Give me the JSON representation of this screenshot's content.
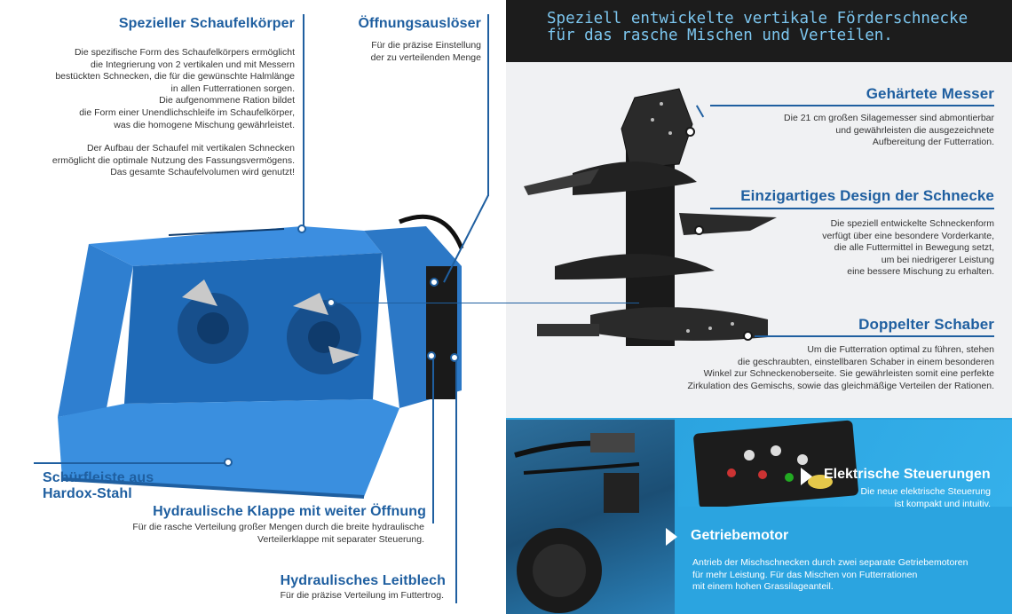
{
  "header": {
    "title_line1": "Speziell entwickelte vertikale Förderschnecke",
    "title_line2": "für das rasche Mischen und Verteilen."
  },
  "left": {
    "schaufel": {
      "title": "Spezieller Schaufelkörper",
      "lines": [
        "Die spezifische Form des Schaufelkörpers ermöglicht",
        "die Integrierung von 2 vertikalen und mit Messern",
        "bestückten Schnecken, die für die gewünschte Halmlänge",
        "in allen Futterrationen sorgen.",
        "Die aufgenommene Ration bildet",
        "die Form einer Unendlichschleife im Schaufelkörper,",
        "was die homogene Mischung gewährleistet.",
        "Der Aufbau der Schaufel mit vertikalen Schnecken",
        "ermöglicht die optimale Nutzung des Fassungsvermögens.",
        "Das gesamte Schaufelvolumen wird genutzt!"
      ]
    },
    "oeffnung": {
      "title": "Öffnungsauslöser",
      "lines": [
        "Für die präzise Einstellung",
        "der zu verteilenden Menge"
      ]
    },
    "schuerf": {
      "title_line1": "Schürfleiste aus",
      "title_line2": "Hardox-Stahl"
    },
    "klappe": {
      "title": "Hydraulische Klappe mit weiter Öffnung",
      "lines": [
        "Für die rasche Verteilung großer Mengen durch die breite hydraulische",
        "Verteilerklappe mit separater Steuerung."
      ]
    },
    "leitblech": {
      "title": "Hydraulisches Leitblech",
      "line": "Für die präzise Verteilung im Futtertrog."
    }
  },
  "right": {
    "messer": {
      "title": "Gehärtete Messer",
      "lines": [
        "Die 21 cm großen Silagemesser sind abmontierbar",
        "und gewährleisten die ausgezeichnete",
        "Aufbereitung der Futterration."
      ]
    },
    "design": {
      "title": "Einzigartiges Design der Schnecke",
      "lines": [
        "Die speziell entwickelte Schneckenform",
        "verfügt über eine besondere Vorderkante,",
        "die alle Futtermittel in Bewegung setzt,",
        "um bei niedrigerer Leistung",
        "eine bessere Mischung zu erhalten."
      ]
    },
    "schaber": {
      "title": "Doppelter Schaber",
      "lines": [
        "Um die Futterration optimal zu führen, stehen",
        "die geschraubten, einstellbaren Schaber in einem besonderen",
        "Winkel zur Schneckenoberseite. Sie gewährleisten somit eine perfekte",
        "Zirkulation des Gemischs, sowie das gleichmäßige Verteilen der Rationen."
      ]
    },
    "steuerung": {
      "title": "Elektrische Steuerungen",
      "lines": [
        "Die neue elektrische Steuerung",
        "ist kompakt und intuitiv."
      ]
    },
    "motor": {
      "title": "Getriebemotor",
      "lines": [
        "Antrieb der Mischschnecken durch zwei separate Getriebemotoren",
        "für mehr Leistung. Für das Mischen von Futterrationen",
        "mit einem hohen Grassilageanteil."
      ]
    }
  },
  "colors": {
    "accent_blue": "#1f5fa0",
    "light_blue": "#2ba4e0",
    "header_bg": "#1c1c1c",
    "header_text": "#7cc6ef",
    "machine_blue": "#2f7fd0"
  }
}
